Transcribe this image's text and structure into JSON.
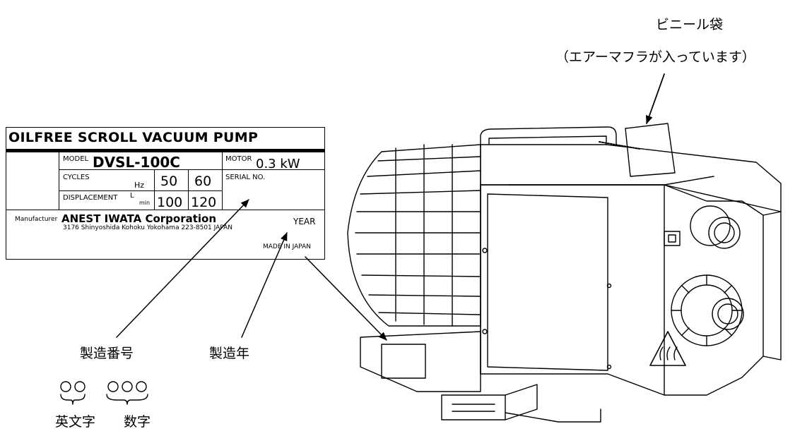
{
  "nameplate": {
    "title": "OILFREE SCROLL VACUUM PUMP",
    "model_label": "MODEL",
    "model_value": "DVSL-100C",
    "motor_label": "MOTOR",
    "motor_value": "0.3 kW",
    "cycles_label": "CYCLES",
    "cycles_unit": "Hz",
    "cycles_50": "50",
    "cycles_60": "60",
    "serial_label": "SERIAL NO.",
    "displacement_label": "DISPLACEMENT",
    "displacement_unit_top": "L",
    "displacement_unit_bottom": "min",
    "disp_50": "100",
    "disp_60": "120",
    "manufacturer_label": "Manufacturer",
    "manufacturer_name": "ANEST IWATA Corporation",
    "address": "3176 Shinyoshida Kohoku Yokohama 223-8501 JAPAN",
    "year_label": "YEAR",
    "made_in": "MADE IN JAPAN"
  },
  "callouts": {
    "bag_label": "ビニール袋",
    "bag_note": "（エアーマフラが入っています）",
    "serial_number_jp": "製造番号",
    "year_jp": "製造年",
    "letters_jp": "英文字",
    "digits_jp": "数字"
  }
}
